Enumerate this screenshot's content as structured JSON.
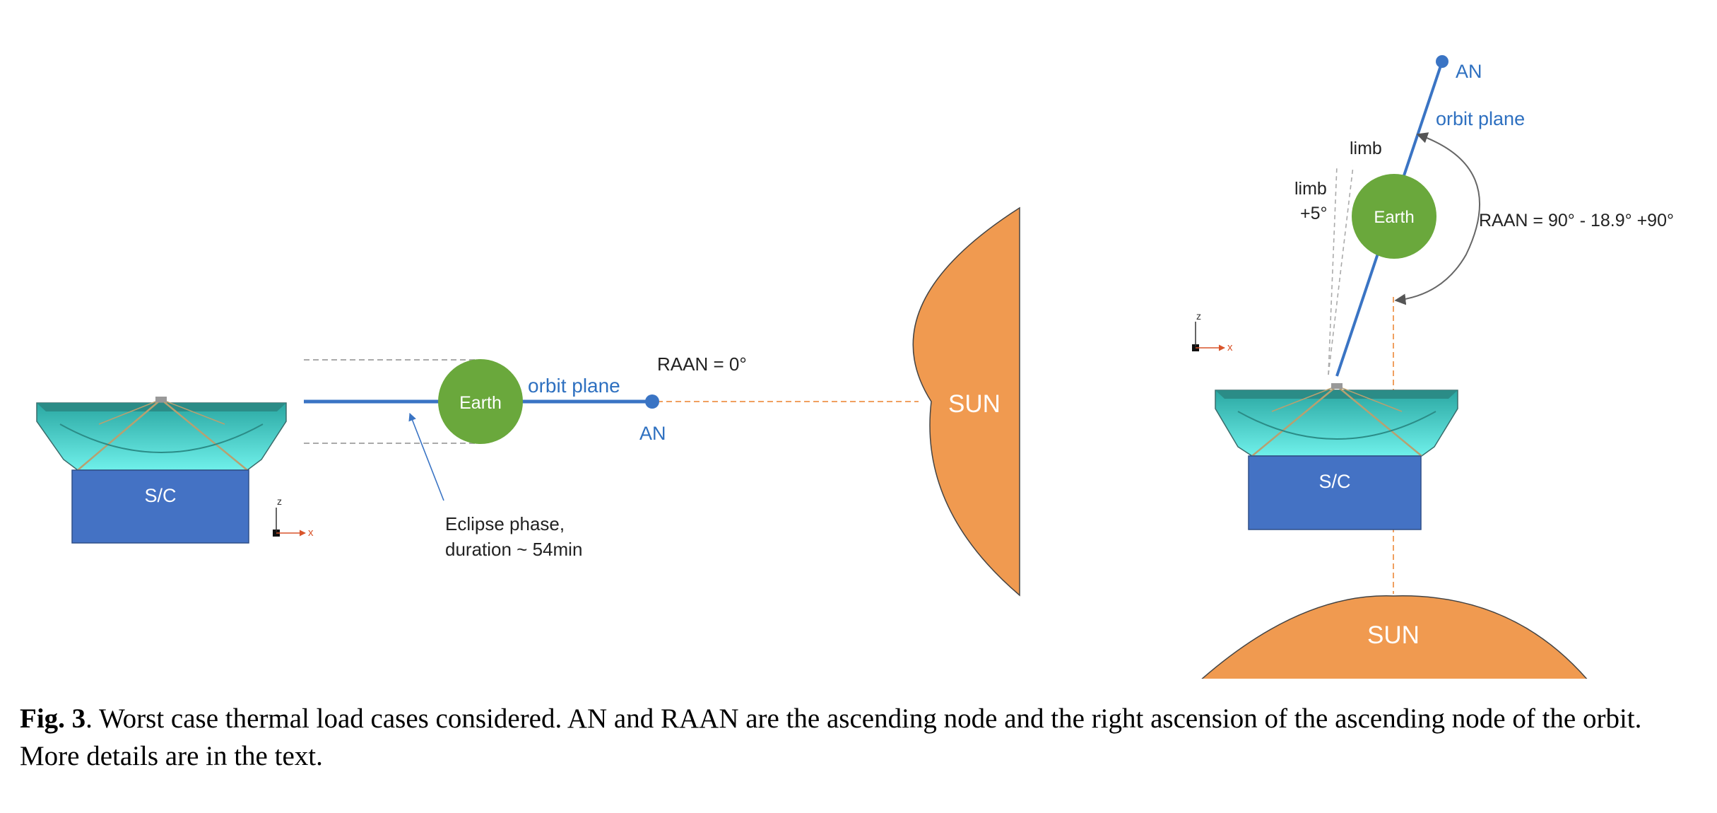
{
  "left_panel": {
    "earth_label": "Earth",
    "orbit_label": "orbit plane",
    "raan_label": "RAAN = 0°",
    "an_label": "AN",
    "sun_label": "SUN",
    "sc_label": "S/C",
    "eclipse_line1": "Eclipse phase,",
    "eclipse_line2": "duration ~ 54min",
    "axis_z": "z",
    "axis_x": "x"
  },
  "right_panel": {
    "an_label": "AN",
    "orbit_label": "orbit plane",
    "limb_label": "limb",
    "limb5_line1": "limb",
    "limb5_line2": "+5°",
    "earth_label": "Earth",
    "raan_label": "RAAN = 90° - 18.9° +90°",
    "sc_label": "S/C",
    "sun_label": "SUN",
    "axis_z": "z",
    "axis_x": "x"
  },
  "caption": {
    "label": "Fig. 3",
    "text": ". Worst case thermal load cases considered. AN and RAAN are the ascending node and the right ascension of the ascending node of the orbit. More details are in the text."
  },
  "colors": {
    "earth": "#6aa83c",
    "orbit": "#3a74c4",
    "sun": "#f09a50",
    "spacecraft_box": "#4472c4",
    "antenna": "#49d6d0"
  }
}
